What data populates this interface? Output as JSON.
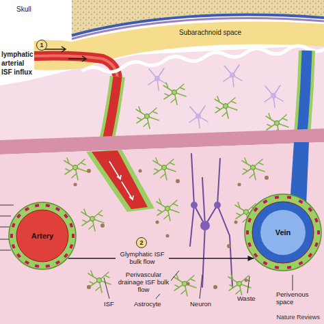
{
  "diagram": {
    "nodes": [
      {
        "text": [
          "Artery"
        ]
      },
      {
        "text": [
          "Vein"
        ]
      }
    ],
    "edges": [
      {
        "from": 0,
        "to": 1,
        "arrow": "to",
        "label": "Glymphatic ISF bulk flow"
      }
    ],
    "labels": [
      "Skull",
      "Subarachnoid space",
      "1",
      "lymphatic",
      "arterial",
      "ISF influx",
      "2",
      "Perivascular drainage ISF bulk flow",
      "ISF",
      "Astrocyte",
      "Neuron",
      "Waste",
      "Perivenous space",
      "Nature Reviews"
    ]
  }
}
